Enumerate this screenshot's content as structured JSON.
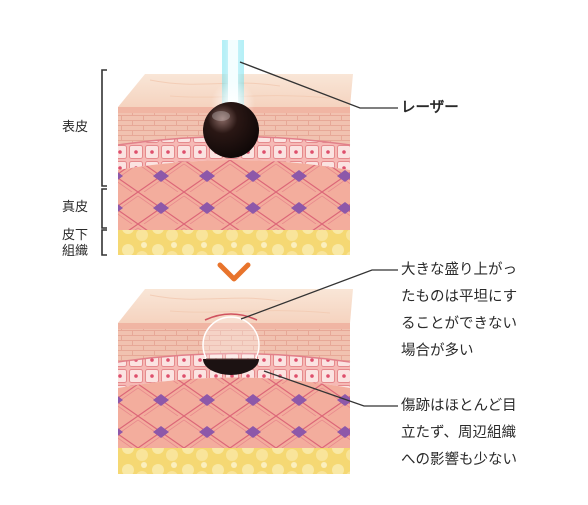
{
  "colors": {
    "skin_top": "#f6dcc8",
    "skin_face": "#f6c8b6",
    "epidermis_band": "#e89a8f",
    "cells": "#f5b7b3",
    "dermis": "#f3a99b",
    "diamonds": "#8a56a8",
    "fibers": "#d9526a",
    "fat": "#f6db74",
    "bracket": "#333333",
    "arrow": "#e8742c",
    "laser": "#7fe8f2",
    "bump": "#1c1212"
  },
  "icons": {
    "transition_arrow": "chevron-down-icon"
  },
  "layer_labels": {
    "epidermis": "表皮",
    "dermis": "真皮",
    "subcutaneous": [
      "皮下",
      "組織"
    ]
  },
  "callouts": {
    "laser": "レーザー",
    "top_note": [
      "大きな盛り上がっ",
      "たものは平坦にす",
      "ることができない",
      "場合が多い"
    ],
    "bottom_note": [
      "傷跡はほとんど目",
      "立たず、周辺組織",
      "への影響も少ない"
    ]
  }
}
